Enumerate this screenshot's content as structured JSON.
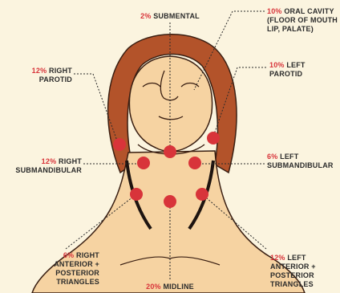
{
  "labels": {
    "submental": {
      "pct": "2%",
      "l1": "SUBMENTAL"
    },
    "oral_cavity": {
      "pct": "10%",
      "l1": "ORAL CAVITY",
      "l2": "(FLOOR OF MOUTH",
      "l3": "LIP, PALATE)"
    },
    "right_parotid": {
      "pct": "12%",
      "l1": "RIGHT",
      "l2": "PAROTID"
    },
    "left_parotid": {
      "pct": "10%",
      "l1": "LEFT",
      "l2": "PAROTID"
    },
    "right_submandibular": {
      "pct": "12%",
      "l1": "RIGHT",
      "l2": "SUBMANDIBULAR"
    },
    "left_submandibular": {
      "pct": "6%",
      "l1": "LEFT",
      "l2": "SUBMANDIBULAR"
    },
    "right_triangles": {
      "pct": "6%",
      "l1": "RIGHT",
      "l2": "ANTERIOR +",
      "l3": "POSTERIOR",
      "l4": "TRIANGLES"
    },
    "left_triangles": {
      "pct": "12%",
      "l1": "LEFT",
      "l2": "ANTERIOR +",
      "l3": "POSTERIOR",
      "l4": "TRIANGLES"
    },
    "midline": {
      "pct": "20%",
      "l1": "MIDLINE"
    }
  },
  "colors": {
    "background": "#fbf4df",
    "skin": "#f6d3a2",
    "hair": "#b3532a",
    "marker": "#d8343a",
    "percent_text": "#d8343a",
    "label_text": "#2b2b2b"
  }
}
